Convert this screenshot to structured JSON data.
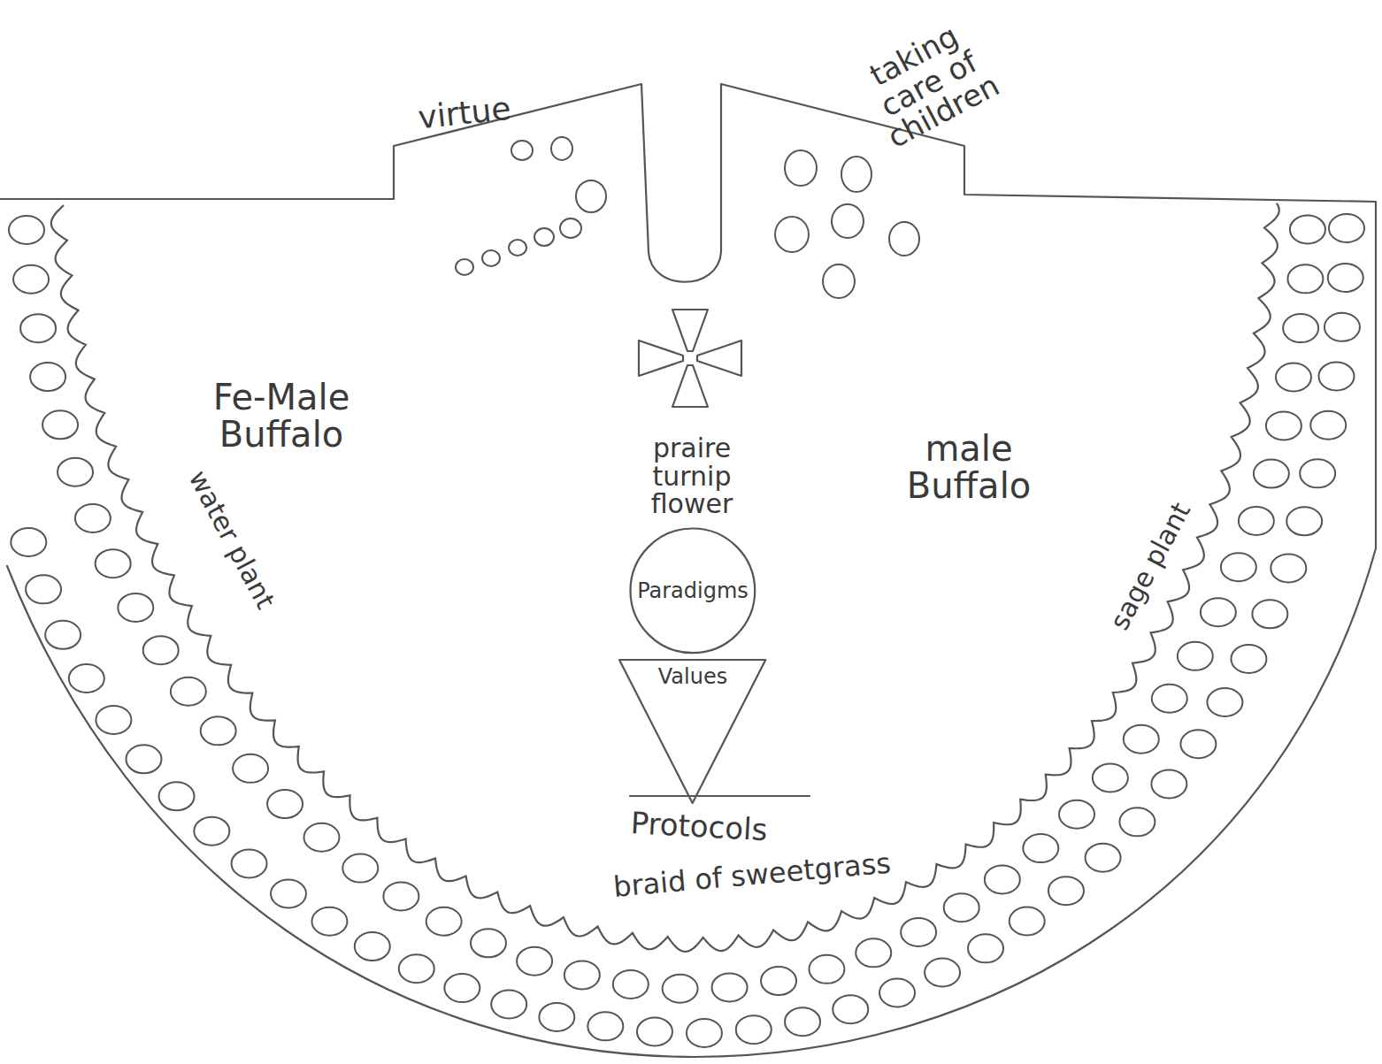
{
  "diagram": {
    "nodes": [
      {
        "text": [
          "Paradigms"
        ]
      },
      {
        "text": [
          "Values"
        ]
      }
    ],
    "labels": [
      "virtue",
      "taking care of children",
      "Fe-Male Buffalo",
      "male Buffalo",
      "praire turnip flower",
      "Protocols",
      "braid of sweetgrass",
      "water plant",
      "sage plant"
    ]
  }
}
